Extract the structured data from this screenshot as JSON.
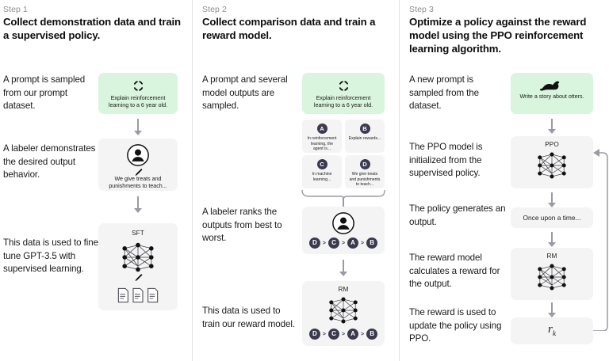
{
  "figure": {
    "title": "RLHF three-step training diagram",
    "accent_green": "#d9f5dd",
    "box_gray": "#f4f4f4",
    "badge_color": "#3b3b4f",
    "arrow_color": "#9a9aa6",
    "divider_color": "#e3e3e3"
  },
  "columns": [
    {
      "step_label": "Step 1",
      "title": "Collect demonstration data and train a supervised policy.",
      "captions": [
        "A prompt is sampled from our prompt dataset.",
        "A labeler demonstrates the desired output behavior.",
        "This data is used to fine-tune GPT-3.5 with supervised learning."
      ],
      "prompt_box": {
        "icon": "refresh-cycle-icon",
        "text": "Explain reinforcement learning to a 6 year old."
      },
      "labeler_box": {
        "icon": "person-circle-icon",
        "pencil": "pencil-icon",
        "text": "We give treats and punishments to teach..."
      },
      "model_box": {
        "label": "SFT",
        "icon": "neural-network-icon",
        "pencil": "pencil-icon",
        "docs_icon": "documents-icon"
      }
    },
    {
      "step_label": "Step 2",
      "title": "Collect comparison data and train a reward model.",
      "captions": [
        "A prompt and several model outputs are sampled.",
        "A labeler ranks the outputs from best to worst.",
        "This data is used to train our reward model."
      ],
      "prompt_box": {
        "icon": "refresh-cycle-icon",
        "text": "Explain reinforcement learning to a 6 year old."
      },
      "options": [
        {
          "badge": "A",
          "text": "In reinforcement learning, the agent is..."
        },
        {
          "badge": "B",
          "text": "Explain rewards..."
        },
        {
          "badge": "C",
          "text": "In machine learning..."
        },
        {
          "badge": "D",
          "text": "We give treats and punishments to teach..."
        }
      ],
      "ranking_box": {
        "icon": "person-circle-icon",
        "ranking": [
          "D",
          "C",
          "A",
          "B"
        ],
        "separator": ">"
      },
      "reward_box": {
        "label": "RM",
        "icon": "neural-network-icon",
        "ranking": [
          "D",
          "C",
          "A",
          "B"
        ],
        "separator": ">"
      }
    },
    {
      "step_label": "Step 3",
      "title": "Optimize a policy against the reward model using the PPO reinforcement learning algorithm.",
      "captions": [
        "A new prompt is sampled from the dataset.",
        "The PPO model is initialized from the supervised policy.",
        "The policy generates an output.",
        "The reward model calculates a reward for the output.",
        "The reward is used to update the policy using PPO."
      ],
      "prompt_box": {
        "icon": "otter-icon",
        "text": "Write a story about otters."
      },
      "ppo_box": {
        "label": "PPO",
        "icon": "neural-network-icon"
      },
      "output_box": {
        "text": "Once upon a time..."
      },
      "rm_box": {
        "label": "RM",
        "icon": "neural-network-icon"
      },
      "reward_box": {
        "symbol": "r",
        "subscript": "k"
      }
    }
  ]
}
